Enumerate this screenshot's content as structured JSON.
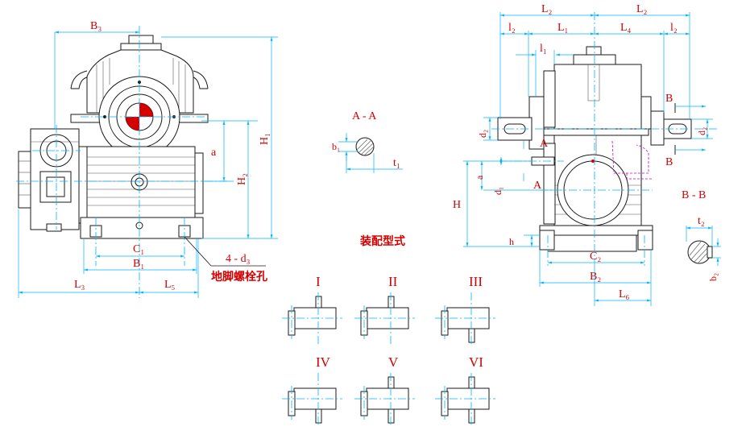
{
  "labels": {
    "B3": "B₃",
    "H1": "H₁",
    "H2": "H₂",
    "a": "a",
    "C1": "C₁",
    "B1": "B₁",
    "L3": "L₃",
    "L5": "L₅",
    "d3": "4 - d₃",
    "anchor": "地脚螺栓孔",
    "L2_left": "L₂",
    "L2_right": "L₂",
    "l2_left": "l₂",
    "L1": "L₁",
    "L4": "L₄",
    "l2_right": "l₂",
    "l1": "l₁",
    "d2": "d₂",
    "d2_right": "d₂",
    "A_top": "A",
    "A_bottom": "A",
    "d1": "d₁",
    "a_side": "a",
    "H": "H",
    "h": "h",
    "C2": "C₂",
    "B2": "B₂",
    "L6": "L₆",
    "B_top": "B",
    "B_bottom": "B",
    "section_aa": "A - A",
    "b1": "b₁",
    "t1": "t₁",
    "section_bb": "B - B",
    "t2": "t₂",
    "b2": "b₂",
    "assembly_title": "装配型式"
  },
  "assembly_types": [
    "I",
    "II",
    "III",
    "IV",
    "V",
    "VI"
  ],
  "colors": {
    "dimension": "#d40000",
    "centerline": "#00b4ff",
    "outline": "#1a1a1a",
    "hidden": "#d000d0"
  }
}
